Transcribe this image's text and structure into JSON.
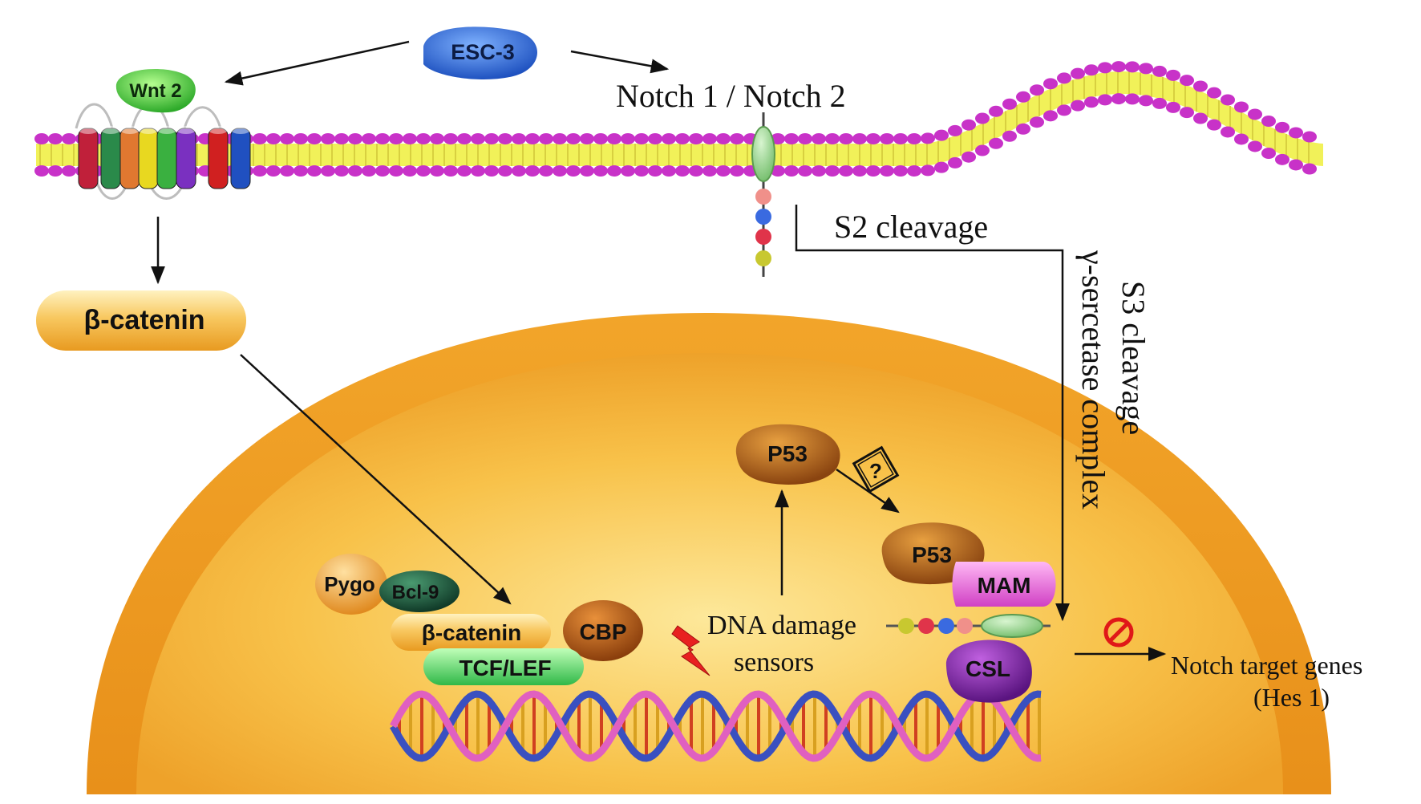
{
  "labels": {
    "esc3": "ESC-3",
    "wnt2": "Wnt 2",
    "notch": "Notch 1 /  Notch 2",
    "s2_cleavage": "S2 cleavage",
    "s3_cleavage": "S3 cleavage",
    "gamma_secretase": "γ-sercetase complex",
    "beta_catenin_cytoplasm": "β-catenin",
    "p53_upper": "P53",
    "question": "?",
    "p53_lower": "P53",
    "mam": "MAM",
    "csl": "CSL",
    "pygo": "Pygo",
    "bcl9": "Bcl-9",
    "beta_catenin_nucleus": "β-catenin",
    "cbp": "CBP",
    "tcf_lef": "TCF/LEF",
    "dna_damage_line1": "DNA damage",
    "dna_damage_line2": "sensors",
    "notch_targets_line1": "Notch target genes",
    "notch_targets_line2": "(Hes 1)"
  },
  "colors": {
    "lipid_head": "#c832c8",
    "lipid_tail": "#f0f050",
    "nucleus_outer": "#f0a020",
    "nucleus_inner": "#f8c850",
    "esc3": "#2f6fd8",
    "wnt2": "#4ccc3a",
    "beta_catenin": "#f5b440",
    "p53": "#b86418",
    "mam": "#e060d8",
    "csl": "#8a2aa8",
    "tcf_lef": "#4acc5a",
    "cbp": "#b85a18",
    "bcl9": "#1e5a40",
    "pygo": "#f0a030",
    "inhibit": "#e01818"
  },
  "icons": {
    "receptor": "seven-transmembrane-receptor-icon",
    "notch": "notch-receptor-icon",
    "lightning": "lightning-bolt-icon",
    "inhibit": "no-entry-icon",
    "dna": "dna-double-helix-icon"
  }
}
